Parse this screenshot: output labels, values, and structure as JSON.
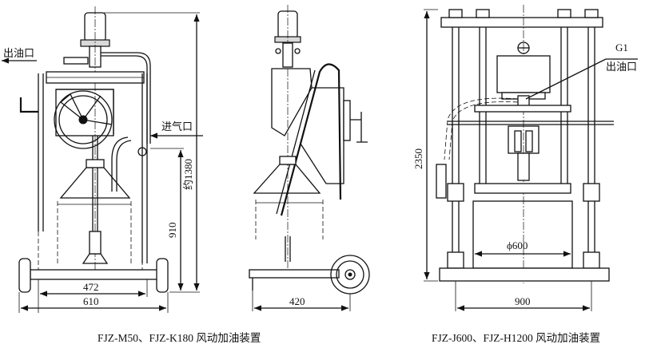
{
  "figure_left": {
    "caption": "FJZ-M50、FJZ-K180 风动加油装置",
    "oil_outlet_label": "出油口",
    "air_inlet_label": "进气口",
    "height_total": "约1380",
    "height_lower": "910",
    "width_inner": "472",
    "width_outer": "610"
  },
  "figure_middle": {
    "width_depth": "420"
  },
  "figure_right": {
    "caption": "FJZ-J600、FJZ-H1200 风动加油装置",
    "port_label": "G1",
    "oil_outlet_label": "出油口",
    "height_total": "2350",
    "drum_diameter": "ϕ600",
    "width_total": "900"
  }
}
